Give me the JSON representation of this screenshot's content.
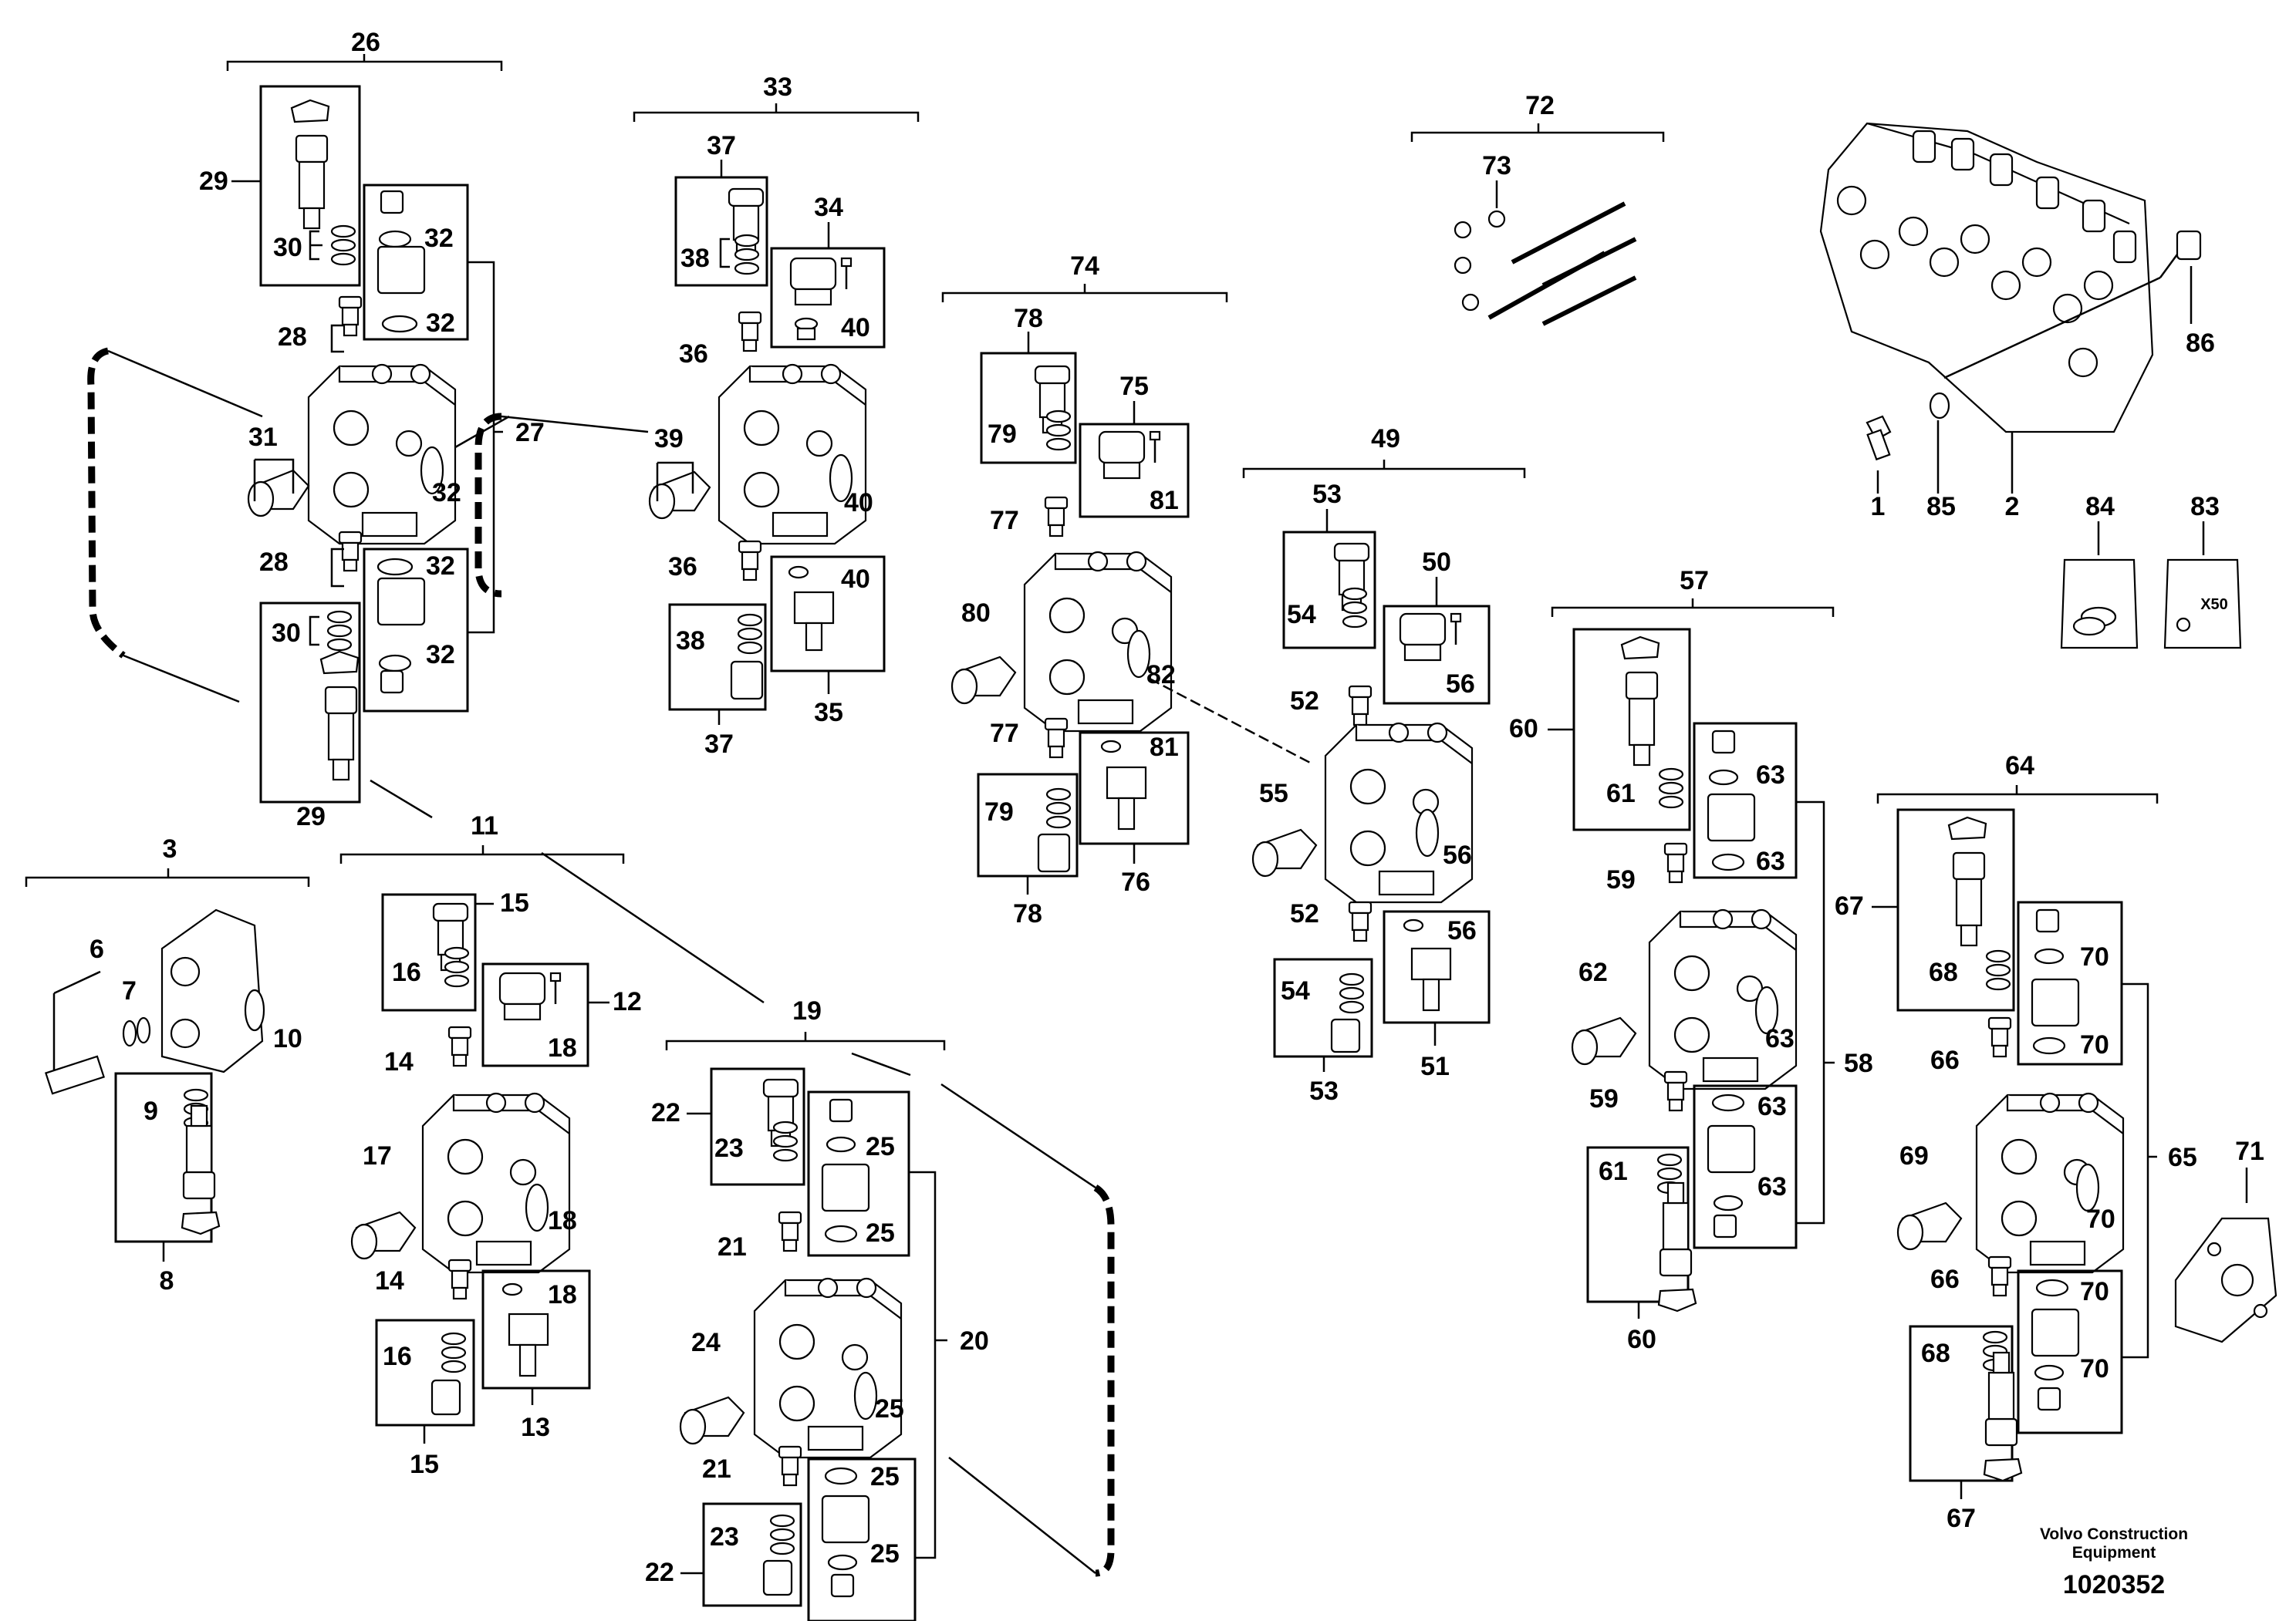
{
  "document_number": "1020352",
  "brand_line_1": "Volvo Construction",
  "brand_line_2": "Equipment",
  "bag_quantity_label": "X50",
  "callouts": {
    "c1": "1",
    "c2": "2",
    "c3": "3",
    "c6": "6",
    "c7": "7",
    "c8": "8",
    "c9": "9",
    "c10": "10",
    "c11": "11",
    "c12": "12",
    "c13": "13",
    "c14": "14",
    "c15": "15",
    "c16": "16",
    "c17": "17",
    "c18": "18",
    "c19": "19",
    "c20": "20",
    "c21": "21",
    "c22": "22",
    "c23": "23",
    "c24": "24",
    "c25": "25",
    "c26": "26",
    "c27": "27",
    "c28": "28",
    "c29": "29",
    "c30": "30",
    "c31": "31",
    "c32": "32",
    "c33": "33",
    "c34": "34",
    "c35": "35",
    "c36": "36",
    "c37": "37",
    "c38": "38",
    "c39": "39",
    "c40": "40",
    "c49": "49",
    "c50": "50",
    "c51": "51",
    "c52": "52",
    "c53": "53",
    "c54": "54",
    "c55": "55",
    "c56": "56",
    "c57": "57",
    "c58": "58",
    "c59": "59",
    "c60": "60",
    "c61": "61",
    "c62": "62",
    "c63": "63",
    "c64": "64",
    "c65": "65",
    "c66": "66",
    "c67": "67",
    "c68": "68",
    "c69": "69",
    "c70": "70",
    "c71": "71",
    "c72": "72",
    "c73": "73",
    "c74": "74",
    "c75": "75",
    "c76": "76",
    "c77": "77",
    "c78": "78",
    "c79": "79",
    "c80": "80",
    "c81": "81",
    "c82": "82",
    "c83": "83",
    "c84": "84",
    "c85": "85",
    "c86": "86"
  },
  "colors": {
    "ink": "#000000",
    "paper": "#ffffff"
  }
}
